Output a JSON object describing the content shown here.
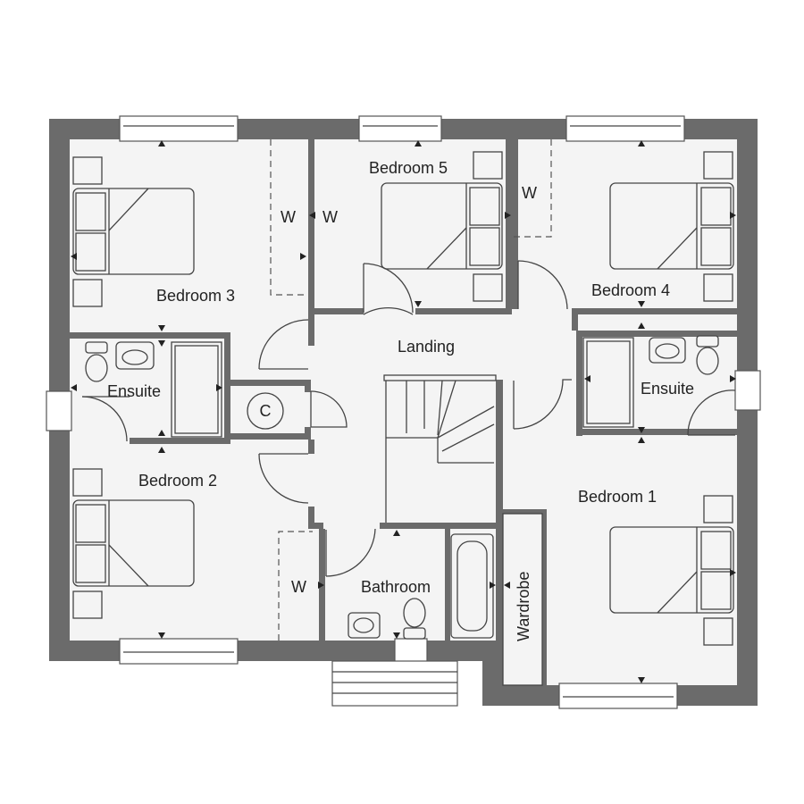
{
  "plan": {
    "rooms": {
      "bedroom1": "Bedroom 1",
      "bedroom2": "Bedroom 2",
      "bedroom3": "Bedroom 3",
      "bedroom4": "Bedroom 4",
      "bedroom5": "Bedroom 5",
      "landing": "Landing",
      "ensuite_left": "Ensuite",
      "ensuite_right": "Ensuite",
      "bathroom": "Bathroom",
      "wardrobe": "Wardrobe",
      "cupboard": "C"
    },
    "wardrobe_marks": [
      "W",
      "W",
      "W",
      "W"
    ],
    "colors": {
      "wall": "#6b6b6b",
      "floor": "#f4f4f4",
      "line": "#444444"
    }
  }
}
